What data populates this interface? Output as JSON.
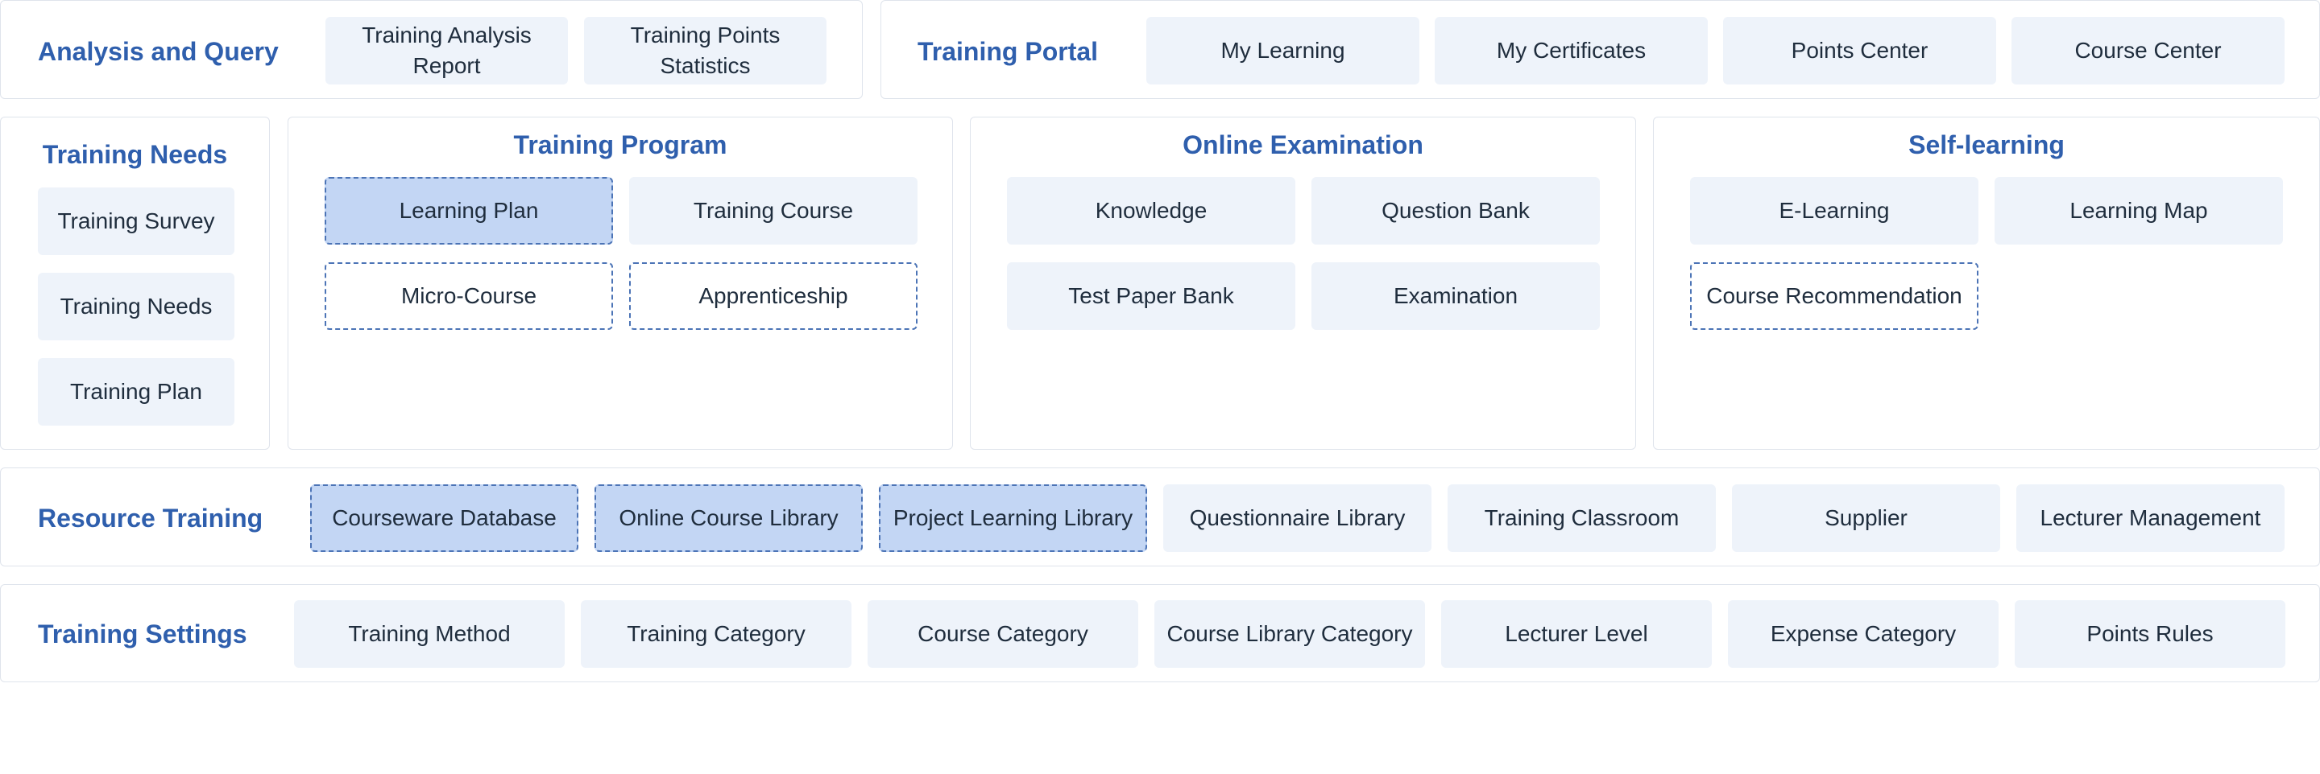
{
  "analysis": {
    "title": "Analysis and Query",
    "items": [
      "Training Analysis Report",
      "Training Points Statistics"
    ]
  },
  "portal": {
    "title": "Training Portal",
    "items": [
      "My Learning",
      "My Certificates",
      "Points Center",
      "Course Center"
    ]
  },
  "needs": {
    "title": "Training Needs",
    "items": [
      "Training Survey",
      "Training Needs",
      "Training Plan"
    ]
  },
  "program": {
    "title": "Training Program",
    "items": [
      "Learning Plan",
      "Training Course",
      "Micro-Course",
      "Apprenticeship"
    ]
  },
  "exam": {
    "title": "Online Examination",
    "items": [
      "Knowledge",
      "Question Bank",
      "Test Paper Bank",
      "Examination"
    ]
  },
  "self": {
    "title": "Self-learning",
    "items": [
      "E-Learning",
      "Learning Map",
      "Course Recommendation"
    ]
  },
  "resource": {
    "title": "Resource Training",
    "items": [
      "Courseware Database",
      "Online Course Library",
      "Project Learning Library",
      "Questionnaire Library",
      "Training Classroom",
      "Supplier",
      "Lecturer Management"
    ]
  },
  "settings": {
    "title": "Training Settings",
    "items": [
      "Training Method",
      "Training Category",
      "Course Category",
      "Course Library Category",
      "Lecturer Level",
      "Expense Category",
      "Points Rules"
    ]
  },
  "legend_colors": {
    "title": "#2f5fad",
    "module": "#eef3fa",
    "highlighted": "#c3d6f4",
    "dashed_border": "#4c74b6",
    "panel_border": "#dfe4ec"
  }
}
